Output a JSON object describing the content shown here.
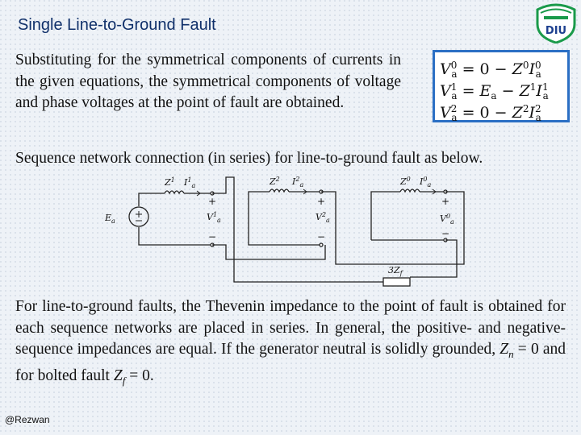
{
  "slide": {
    "title": "Single Line-to-Ground Fault",
    "paragraph1": "Substituting for the symmetrical components of currents in the given equations, the symmetrical components of voltage and phase voltages at the point of fault are obtained.",
    "paragraph2": "Sequence network connection (in series) for line-to-ground fault as below.",
    "paragraph3_text": "For line-to-ground faults, the Thevenin impedance to the point of fault is obtained for each sequence networks are placed in series. In general, the positive- and negative-sequence impedances are equal. If the generator neutral is solidly grounded,",
    "paragraph3_zn": "Z",
    "paragraph3_zn_sub": "n",
    "paragraph3_mid": " = 0 and for bolted fault ",
    "paragraph3_zf": "Z",
    "paragraph3_zf_sub": "f",
    "paragraph3_end": " = 0.",
    "footer": "@Rezwan"
  },
  "equations": [
    {
      "lhs_base": "V",
      "lhs_sup": "0",
      "lhs_sub": "a",
      "rhs": "= 0 − ",
      "z": "Z",
      "z_sup": "0",
      "i": "I",
      "i_sup": "0",
      "i_sub": "a"
    },
    {
      "lhs_base": "V",
      "lhs_sup": "1",
      "lhs_sub": "a",
      "rhs": "= ",
      "e": "E",
      "e_sub": "a",
      "rhs2": " − ",
      "z": "Z",
      "z_sup": "1",
      "i": "I",
      "i_sup": "1",
      "i_sub": "a"
    },
    {
      "lhs_base": "V",
      "lhs_sup": "2",
      "lhs_sub": "a",
      "rhs": "= 0 − ",
      "z": "Z",
      "z_sup": "2",
      "i": "I",
      "i_sup": "2",
      "i_sub": "a"
    }
  ],
  "diagram": {
    "source_label": "E",
    "source_sub": "a",
    "labels": {
      "z1": "Z",
      "z1_sup": "1",
      "i1": "I",
      "i1_sup": "1",
      "i1_sub": "a",
      "z2": "Z",
      "z2_sup": "2",
      "i2": "I",
      "i2_sup": "2",
      "i2_sub": "a",
      "z0": "Z",
      "z0_sup": "0",
      "i0": "I",
      "i0_sup": "0",
      "i0_sub": "a",
      "v1": "V",
      "v1_sup": "1",
      "v1_sub": "a",
      "v2": "V",
      "v2_sup": "2",
      "v2_sub": "a",
      "v0": "V",
      "v0_sup": "0",
      "v0_sub": "a",
      "zf": "3Z",
      "zf_sub": "f",
      "plus": "+",
      "minus": "−"
    }
  },
  "logo": {
    "text": "DIU",
    "ring_color": "#1a9a4a",
    "text_color": "#1c3f8f"
  }
}
